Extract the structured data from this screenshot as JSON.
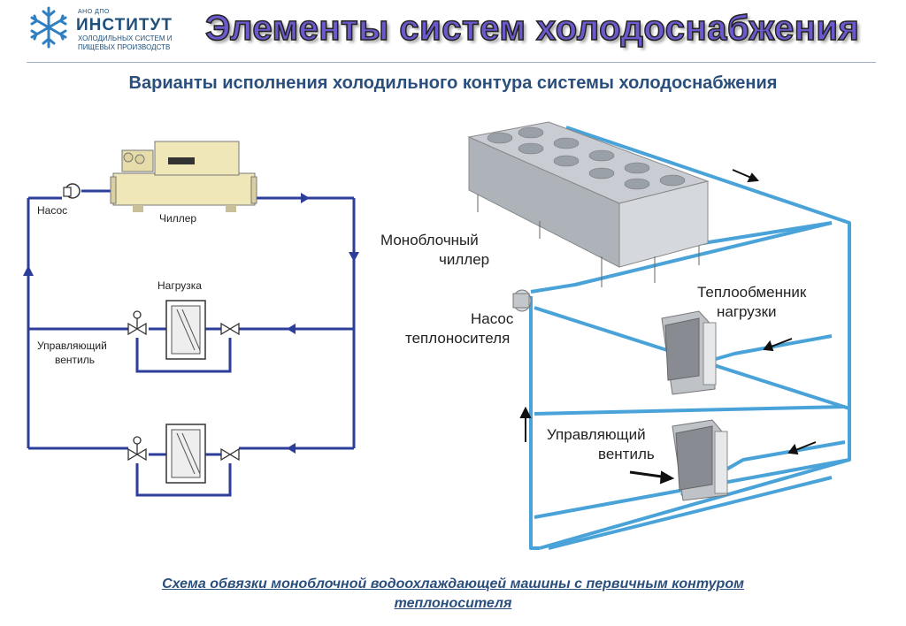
{
  "logo": {
    "small": "АНО ДПО",
    "name": "ИНСТИТУТ",
    "line1": "ХОЛОДИЛЬНЫХ СИСТЕМ И",
    "line2": "ПИЩЕВЫХ ПРОИЗВОДСТВ",
    "icon": "snowflake-icon"
  },
  "title": "Элементы систем холодоснабжения",
  "subtitle": "Варианты исполнения холодильного контура системы холодоснабжения",
  "left_diagram": {
    "pump": "Насос",
    "chiller": "Чиллер",
    "load": "Нагрузка",
    "valve_line1": "Управляющий",
    "valve_line2": "вентиль"
  },
  "right_diagram": {
    "chiller_line1": "Моноблочный",
    "chiller_line2": "чиллер",
    "pump_line1": "Насос",
    "pump_line2": "теплоносителя",
    "hex_line1": "Теплообменник",
    "hex_line2": "нагрузки",
    "valve_line1": "Управляющий",
    "valve_line2": "вентиль"
  },
  "caption": {
    "line1": "Схема обвязки моноблочной  водоохлаждающей машины с первичным контуром",
    "line2": "теплоносителя"
  },
  "colors": {
    "pipe_dark": "#2c3e9a",
    "pipe_light": "#4aa3d8",
    "title": "#6a5acd",
    "subtitle": "#2a4f7c"
  }
}
